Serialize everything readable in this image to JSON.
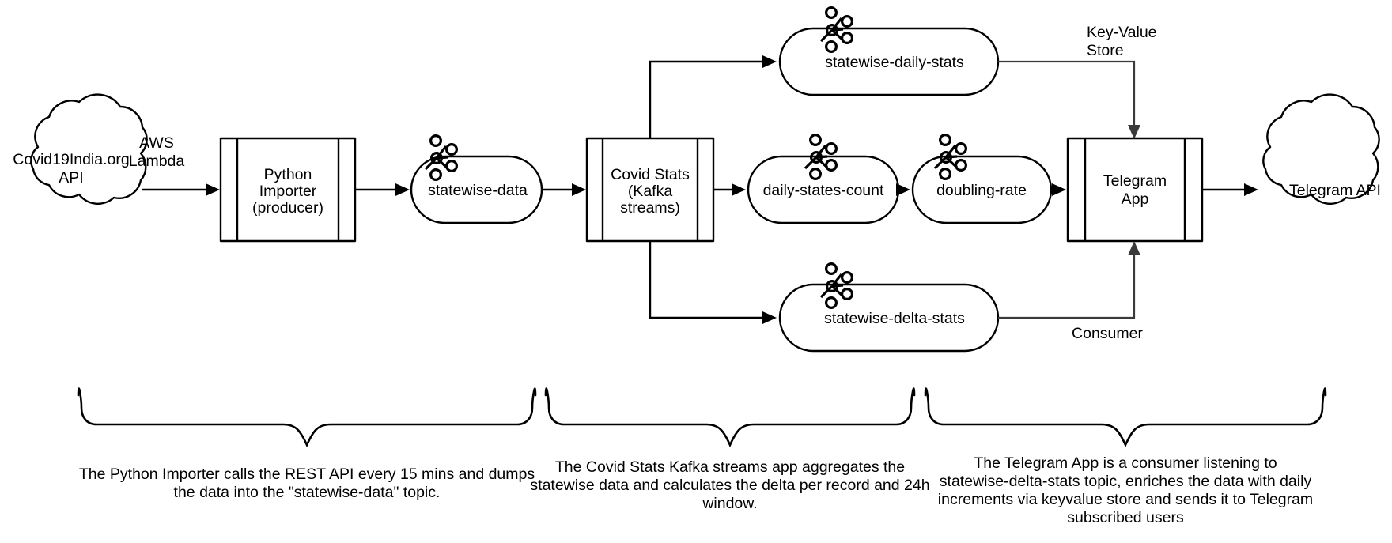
{
  "diagram": {
    "title": "Covid19 India Kafka Streams Telegram Architecture",
    "colors": {
      "stroke": "#000000",
      "thin_stroke": "#3a3a3a",
      "background": "#ffffff"
    },
    "nodes": {
      "source_api": {
        "label_line1": "Covid19India.org",
        "label_line2": "API",
        "shape": "cloud"
      },
      "python_importer": {
        "label_line1": "Python",
        "label_line2": "Importer",
        "label_line3": "(producer)",
        "shape": "process"
      },
      "topic_statewise_data": {
        "label": "statewise-data",
        "shape": "kafka-topic"
      },
      "covid_stats": {
        "label_line1": "Covid Stats",
        "label_line2": "(Kafka",
        "label_line3": "streams)",
        "shape": "process"
      },
      "topic_statewise_daily_stats": {
        "label": "statewise-daily-stats",
        "shape": "kafka-topic"
      },
      "topic_daily_states_count": {
        "label": "daily-states-count",
        "shape": "kafka-topic"
      },
      "topic_doubling_rate": {
        "label": "doubling-rate",
        "shape": "kafka-topic"
      },
      "topic_statewise_delta_stats": {
        "label": "statewise-delta-stats",
        "shape": "kafka-topic"
      },
      "telegram_app": {
        "label_line1": "Telegram",
        "label_line2": "App",
        "shape": "process"
      },
      "telegram_api": {
        "label": "Telegram API",
        "shape": "cloud"
      }
    },
    "edge_labels": {
      "aws_lambda_line1": "AWS",
      "aws_lambda_line2": "Lambda",
      "key_value_store_line1": "Key-Value",
      "key_value_store_line2": "Store",
      "consumer": "Consumer"
    },
    "captions": [
      {
        "id": "caption-importer",
        "lines": [
          "The Python Importer calls the REST API every 15 mins and dumps",
          "the data into the \"statewise-data\" topic."
        ]
      },
      {
        "id": "caption-covid-stats",
        "lines": [
          "The Covid Stats Kafka streams app aggregates the",
          "statewise data and calculates the delta per record and 24h",
          "window."
        ]
      },
      {
        "id": "caption-telegram",
        "lines": [
          "The Telegram App is a consumer listening to",
          "statewise-delta-stats topic, enriches the data with daily",
          "increments via keyvalue store and sends it to Telegram",
          "subscribed users"
        ]
      }
    ],
    "icons": {
      "kafka": "kafka-icon"
    }
  }
}
